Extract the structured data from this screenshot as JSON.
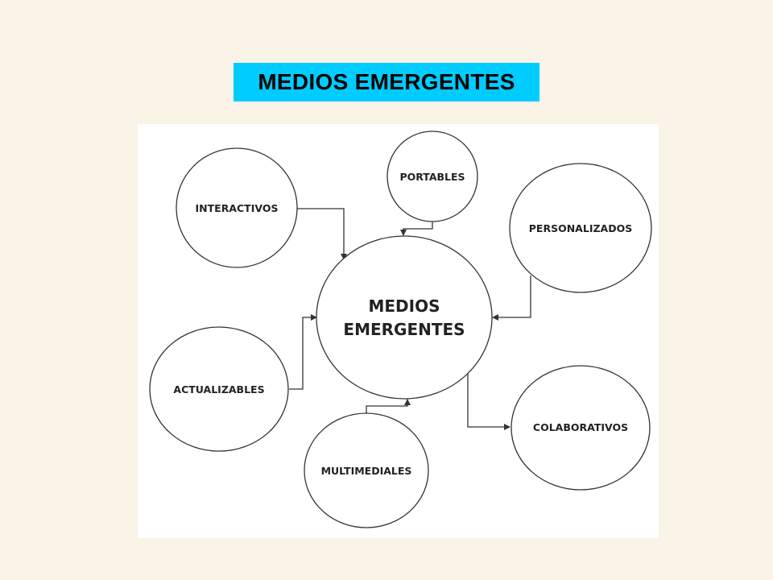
{
  "page": {
    "title": "MEDIOS EMERGENTES",
    "title_bg_color": "#00ccff",
    "background_color": "#f9f3e8",
    "panel_color": "#ffffff"
  },
  "diagram": {
    "center": {
      "line1": "MEDIOS",
      "line2": "EMERGENTES"
    },
    "nodes": {
      "interactivos": "INTERACTIVOS",
      "portables": "PORTABLES",
      "personalizados": "PERSONALIZADOS",
      "actualizables": "ACTUALIZABLES",
      "multimediales": "MULTIMEDIALES",
      "colaborativos": "COLABORATIVOS"
    },
    "line_color": "#333333"
  }
}
